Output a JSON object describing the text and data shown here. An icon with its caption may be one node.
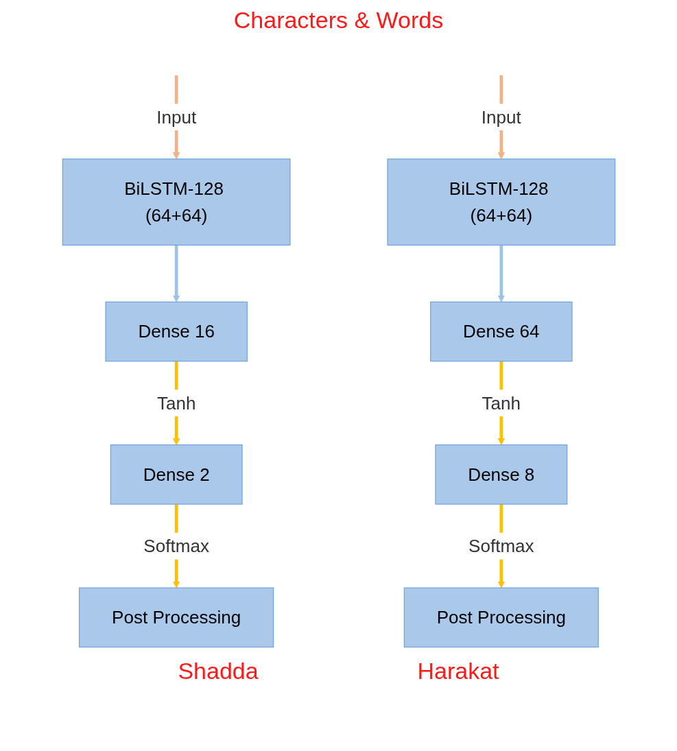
{
  "diagram": {
    "title": "Characters & Words",
    "nodes": [
      {
        "text": [
          "BiLSTM-128 (64+64)"
        ]
      },
      {
        "text": [
          "Dense 16"
        ]
      },
      {
        "text": [
          "Dense 2"
        ]
      },
      {
        "text": [
          "Post Processing"
        ]
      },
      {
        "text": [
          "BiLSTM-128 (64+64)"
        ]
      },
      {
        "text": [
          "Dense 64"
        ]
      },
      {
        "text": [
          "Dense 8"
        ]
      },
      {
        "text": [
          "Post Processing"
        ]
      }
    ],
    "edges": [
      {
        "from": null,
        "to": 0,
        "arrow": "to",
        "label": "Input",
        "color": "#f4b183"
      },
      {
        "from": 0,
        "to": 1,
        "arrow": "to",
        "color": "#9dc3e6"
      },
      {
        "from": 1,
        "to": 2,
        "arrow": "to",
        "label": "Tanh"
      },
      {
        "from": 2,
        "to": 3,
        "arrow": "to",
        "label": "Softmax"
      },
      {
        "from": null,
        "to": 4,
        "arrow": "to",
        "label": "Input",
        "color": "#f4b183"
      },
      {
        "from": 4,
        "to": 5,
        "arrow": "to",
        "color": "#9dc3e6"
      },
      {
        "from": 5,
        "to": 6,
        "arrow": "to",
        "label": "Tanh"
      },
      {
        "from": 6,
        "to": 7,
        "arrow": "to",
        "label": "Softmax"
      }
    ],
    "labels": [
      "Shadda",
      "Harakat"
    ]
  }
}
